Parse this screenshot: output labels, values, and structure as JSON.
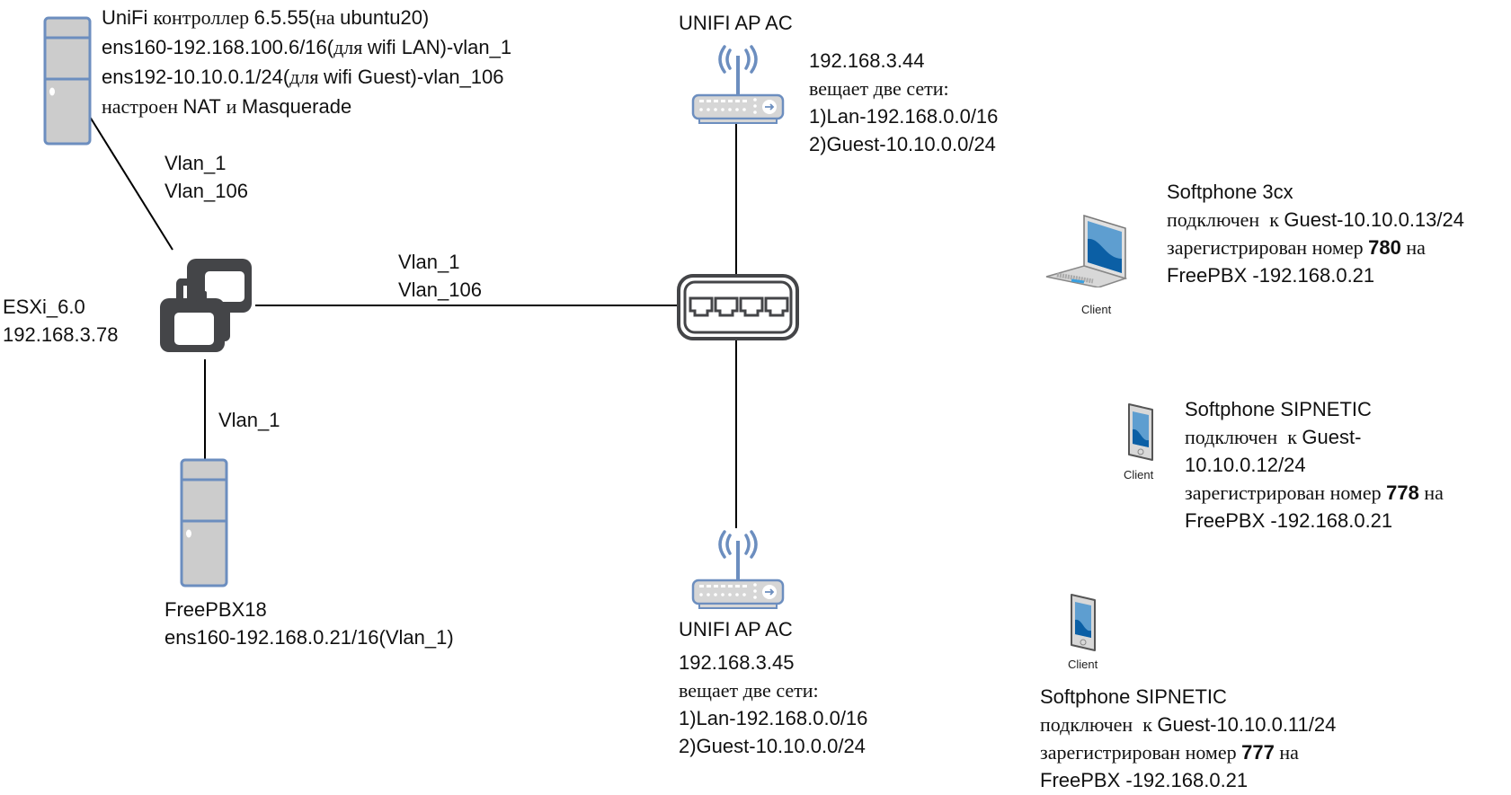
{
  "diagram": {
    "controller": {
      "lines": [
        {
          "parts": [
            {
              "t": "UniFi ",
              "ru": false
            },
            {
              "t": "контроллер ",
              "ru": true
            },
            {
              "t": "6.5.55(",
              "ru": false
            },
            {
              "t": "на ",
              "ru": true
            },
            {
              "t": "ubuntu20)",
              "ru": false
            }
          ]
        },
        {
          "parts": [
            {
              "t": "ens160-192.168.100.6/16(",
              "ru": false
            },
            {
              "t": "для ",
              "ru": true
            },
            {
              "t": "wifi LAN)-vlan_1",
              "ru": false
            }
          ]
        },
        {
          "parts": [
            {
              "t": "ens192-10.10.0.1/24(",
              "ru": false
            },
            {
              "t": "для ",
              "ru": true
            },
            {
              "t": "wifi Guest)-vlan_106",
              "ru": false
            }
          ]
        },
        {
          "parts": [
            {
              "t": "настроен ",
              "ru": true
            },
            {
              "t": "NAT ",
              "ru": false
            },
            {
              "t": "и ",
              "ru": true
            },
            {
              "t": "Masquerade",
              "ru": false
            }
          ]
        }
      ]
    },
    "link_controller_esxi": {
      "line1": "Vlan_1",
      "line2": "Vlan_106"
    },
    "esxi": {
      "name": "ESXi_6.0",
      "ip": "192.168.3.78"
    },
    "link_esxi_switch": {
      "line1": "Vlan_1",
      "line2": "Vlan_106"
    },
    "link_esxi_freepbx": {
      "line1": "Vlan_1"
    },
    "freepbx": {
      "name": "FreePBX18",
      "iface": "ens160-192.168.0.21/16(Vlan_1)"
    },
    "ap_top": {
      "title": "UNIFI AP AC",
      "ip": "192.168.3.44",
      "broadcast": "вещает две сети:",
      "net1": "1)Lan-192.168.0.0/16",
      "net2": "2)Guest-10.10.0.0/24"
    },
    "ap_bottom": {
      "title": "UNIFI AP AC",
      "ip": "192.168.3.45",
      "broadcast": "вещает две сети:",
      "net1": "1)Lan-192.168.0.0/16",
      "net2": "2)Guest-10.10.0.0/24"
    },
    "clients": [
      {
        "caption": "Client",
        "title": "Softphone 3cx",
        "conn_ru": "подключен  к ",
        "conn": "Guest-10.10.0.13/24",
        "reg_ru": "зарегистрирован номер ",
        "number": "780",
        "reg_on": " на",
        "pbx": "FreePBX -192.168.0.21"
      },
      {
        "caption": "Client",
        "title": "Softphone SIPNETIC",
        "conn_ru": "подключен  к ",
        "conn": "Guest-",
        "conn2": "10.10.0.12/24",
        "reg_ru": "зарегистрирован номер ",
        "number": "778",
        "reg_on": " на",
        "pbx": "FreePBX -192.168.0.21"
      },
      {
        "caption": "Client",
        "title": "Softphone SIPNETIC",
        "conn_ru": "подключен  к ",
        "conn": "Guest-10.10.0.11/24",
        "reg_ru": "зарегистрирован номер ",
        "number": "777",
        "reg_on": " на",
        "pbx": "FreePBX -192.168.0.21"
      }
    ],
    "colors": {
      "server_fill": "#cccccc",
      "server_stroke": "#6c8ebf",
      "esxi_fill": "#444548",
      "switch_stroke": "#444548",
      "ap_stroke": "#6c8ebf",
      "ap_fill": "#d6d6d6",
      "screen_blue": "#5e9ed0",
      "screen_dark": "#0b5fa5",
      "line": "#000000"
    }
  }
}
